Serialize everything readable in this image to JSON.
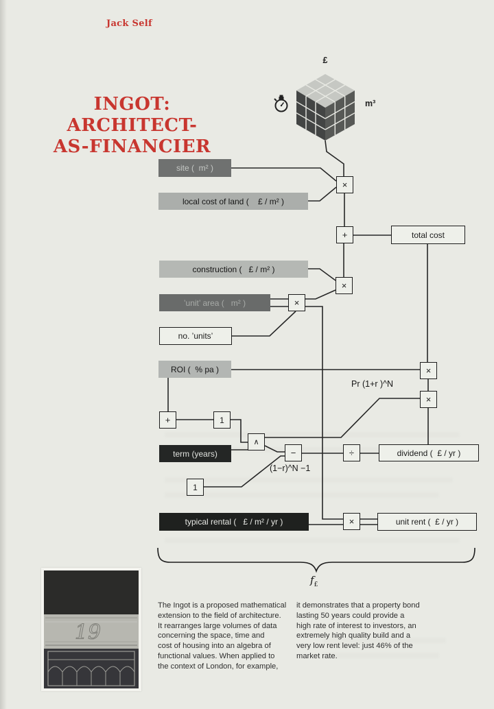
{
  "page": {
    "author": "Jack Self",
    "title_lines": "INGOT: ARCHITECT-\nAS-FINANCIER",
    "accent_red": "#c8362f",
    "background": "#e9eae4"
  },
  "cube": {
    "top_label": "£",
    "right_label": "m³",
    "icon": "stopwatch-icon",
    "face_colors": {
      "top": "#c6c8c3",
      "left": "#434544",
      "right": "#575956"
    }
  },
  "diagram": {
    "inputs": [
      {
        "id": "site",
        "label": "site (  m² )"
      },
      {
        "id": "local_cost",
        "label": "local cost of land (    £ / m² )"
      },
      {
        "id": "construction",
        "label": "construction (   £ / m² )"
      },
      {
        "id": "unit_area",
        "label": "’unit’ area (   m² )"
      },
      {
        "id": "no_units",
        "label": "no. ’units’"
      },
      {
        "id": "roi",
        "label": "ROI (  % pa )"
      },
      {
        "id": "term",
        "label": "term (years)"
      },
      {
        "id": "typical_rental",
        "label": "typical rental (   £ / m² / yr )"
      }
    ],
    "outputs": [
      {
        "id": "total_cost",
        "label": "total cost"
      },
      {
        "id": "dividend",
        "label": "dividend (  £ / yr )"
      },
      {
        "id": "unit_rent",
        "label": "unit rent (  £ / yr )"
      }
    ],
    "operators": [
      {
        "symbol": "×"
      },
      {
        "symbol": "+"
      },
      {
        "symbol": "×"
      },
      {
        "symbol": "×"
      },
      {
        "symbol": "×"
      },
      {
        "symbol": "×"
      },
      {
        "symbol": "+"
      },
      {
        "symbol": "1"
      },
      {
        "symbol": "∧"
      },
      {
        "symbol": "−"
      },
      {
        "symbol": "÷"
      },
      {
        "symbol": "1"
      },
      {
        "symbol": "×"
      }
    ],
    "annotations": {
      "pr_formula": "Pr (1+r )^N",
      "denominator_formula": "(1−r)^N −1",
      "function_letter": "f",
      "function_subscript": "£"
    }
  },
  "photo": {
    "door_number": "19"
  },
  "body_text": {
    "col1_lines": "The Ingot is a proposed mathematical\nextension to the field of architecture.\nIt rearranges large volumes of data\nconcerning the space, time and\ncost of housing into an algebra of\nfunctional values. When applied to\nthe context of London, for example,",
    "col2_lines": "it demonstrates that a property bond\nlasting 50 years could provide a\nhigh rate of interest to investors, an\nextremely high quality build and a\nvery low rent level: just 46% of the\nmarket rate."
  }
}
